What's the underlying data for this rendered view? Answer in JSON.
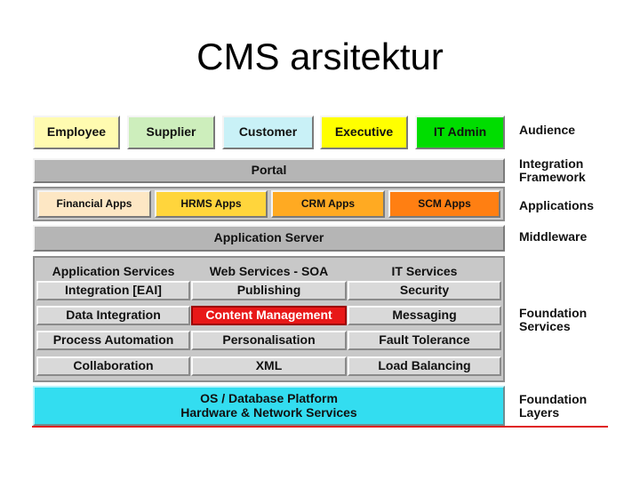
{
  "title": "CMS arsitektur",
  "colors": {
    "employee": "#fffbb0",
    "supplier": "#cdeebc",
    "customer": "#c9f1f7",
    "executive": "#ffff00",
    "it_admin": "#00dd00",
    "financial_apps": "#fde7c4",
    "hrms_apps": "#ffd53c",
    "crm_apps": "#ffaa22",
    "scm_apps": "#ff7f12",
    "highlight": "#e81818",
    "foundation_layer": "#33ddf0",
    "rule": "#e02020"
  },
  "audience": [
    "Employee",
    "Supplier",
    "Customer",
    "Executive",
    "IT Admin"
  ],
  "portal": "Portal",
  "applications": [
    "Financial Apps",
    "HRMS Apps",
    "CRM Apps",
    "SCM Apps"
  ],
  "application_server": "Application Server",
  "service_headers": [
    "Application Services",
    "Web Services - SOA",
    "IT Services"
  ],
  "services": [
    [
      "Integration  [EAI]",
      "Publishing",
      "Security"
    ],
    [
      "Data Integration",
      "Content Management",
      "Messaging"
    ],
    [
      "Process Automation",
      "Personalisation",
      "Fault Tolerance"
    ],
    [
      "Collaboration",
      "XML",
      "Load Balancing"
    ]
  ],
  "foundation": {
    "line1": "OS / Database Platform",
    "line2": "Hardware & Network Services"
  },
  "side_labels": {
    "audience": "Audience",
    "integration_framework": "Integration\nFramework",
    "applications": "Applications",
    "middleware": "Middleware",
    "foundation_services": "Foundation\nServices",
    "foundation_layers": "Foundation\nLayers"
  }
}
